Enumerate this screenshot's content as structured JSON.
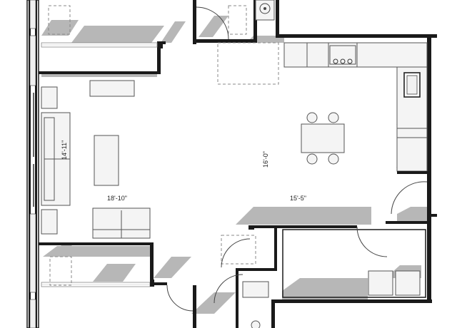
{
  "dimensions": {
    "living_width": "18'-10\"",
    "living_depth": "14'-11\"",
    "kitchen_width": "15'-5\"",
    "kitchen_depth": "16'-0\""
  }
}
